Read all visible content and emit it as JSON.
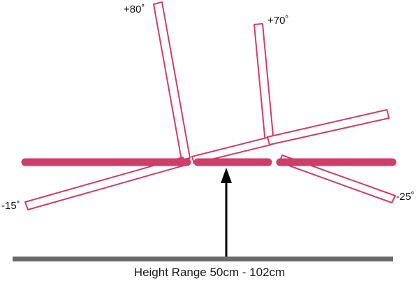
{
  "caption": "Height Range 50cm - 102cm",
  "angles": {
    "backrest_upper": "+80˚",
    "backrest_lower": "+70˚",
    "head_down": "-15˚",
    "leg_down": "-25˚"
  },
  "colors": {
    "segment": "#cf3d68",
    "floor": "#6b6b6b",
    "arrow": "#000000",
    "text": "#111111"
  }
}
